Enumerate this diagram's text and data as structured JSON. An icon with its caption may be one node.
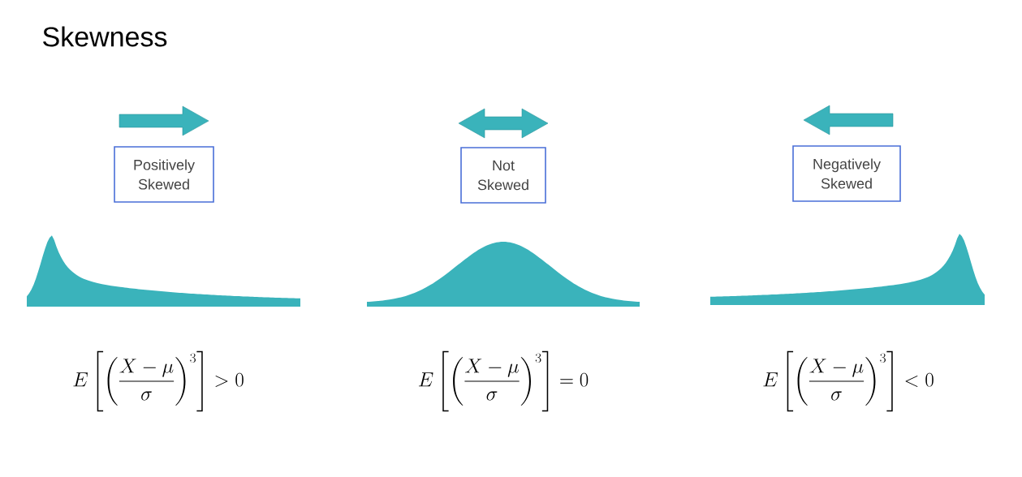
{
  "diagram": {
    "title": "Skewness",
    "nodes": [
      {
        "text": [
          "Positively Skewed"
        ]
      },
      {
        "text": [
          "Not Skewed"
        ]
      },
      {
        "text": [
          "Negatively Skewed"
        ]
      }
    ],
    "labels": [
      "E\\left[\\left(\\frac{X-\\mu}{\\sigma}\\right)^{3}\\right] > 0",
      "E\\left[\\left(\\frac{X-\\mu}{\\sigma}\\right)^{3}\\right] = 0",
      "E\\left[\\left(\\frac{X-\\mu}{\\sigma}\\right)^{3}\\right] < 0"
    ]
  }
}
